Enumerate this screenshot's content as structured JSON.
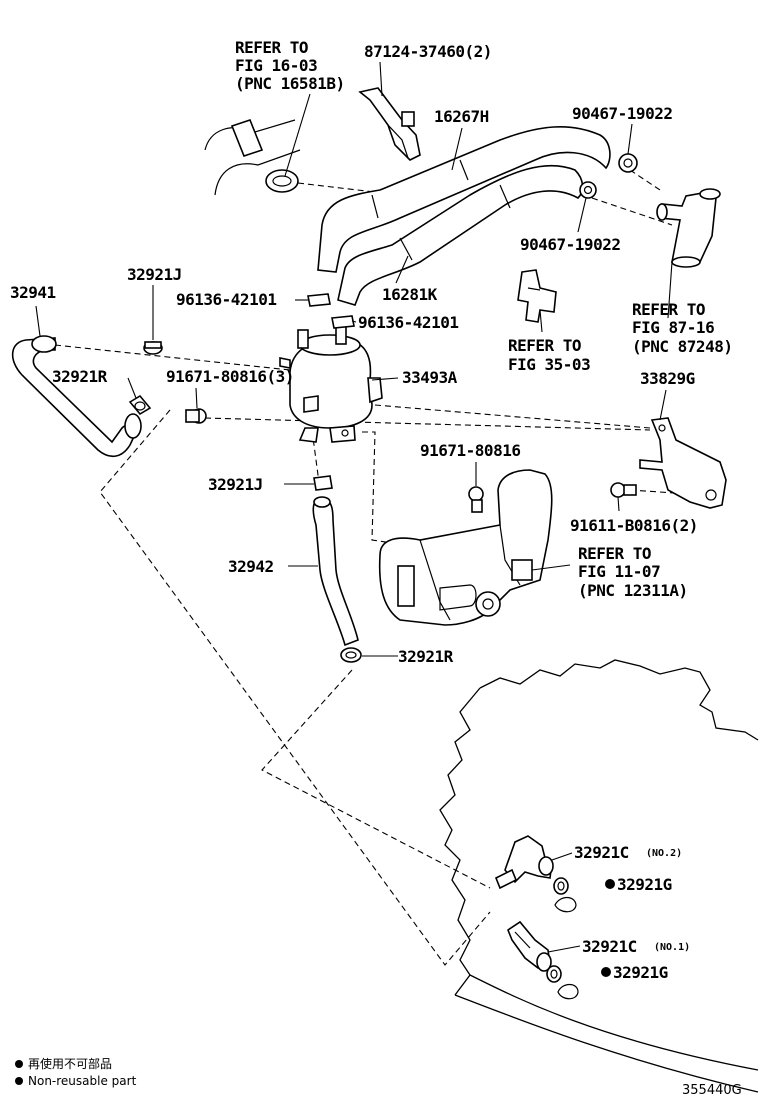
{
  "refs": {
    "fig_16_03": [
      "REFER TO",
      "FIG 16-03",
      "(PNC 16581B)"
    ],
    "fig_35_03": [
      "REFER TO",
      "FIG 35-03"
    ],
    "fig_87_16": [
      "REFER TO",
      "FIG 87-16",
      "(PNC 87248)"
    ],
    "fig_11_07": [
      "REFER TO",
      "FIG 11-07",
      "(PNC 12311A)"
    ]
  },
  "parts": {
    "p87124": "87124-37460(2)",
    "p16267H": "16267H",
    "p90467_top": "90467-19022",
    "p90467_mid": "90467-19022",
    "p32941": "32941",
    "p32921J_top": "32921J",
    "p96136_a": "96136-42101",
    "p96136_b": "96136-42101",
    "p16281K": "16281K",
    "p32921R_left": "32921R",
    "p91671_3": "91671-80816(3)",
    "p33493A": "33493A",
    "p33829G": "33829G",
    "p91671": "91671-80816",
    "p32921J_mid": "32921J",
    "p91611": "91611-B0816(2)",
    "p32942": "32942",
    "p32921R_bottom": "32921R",
    "p32921C_no2": "32921C",
    "p32921C_no2_tag": "(NO.2)",
    "p32921G_a": "32921G",
    "p32921C_no1": "32921C",
    "p32921C_no1_tag": "(NO.1)",
    "p32921G_b": "32921G"
  },
  "legend": {
    "line1": "再使用不可部品",
    "line2": "Non-reusable part"
  },
  "diagram_code": "355440G"
}
